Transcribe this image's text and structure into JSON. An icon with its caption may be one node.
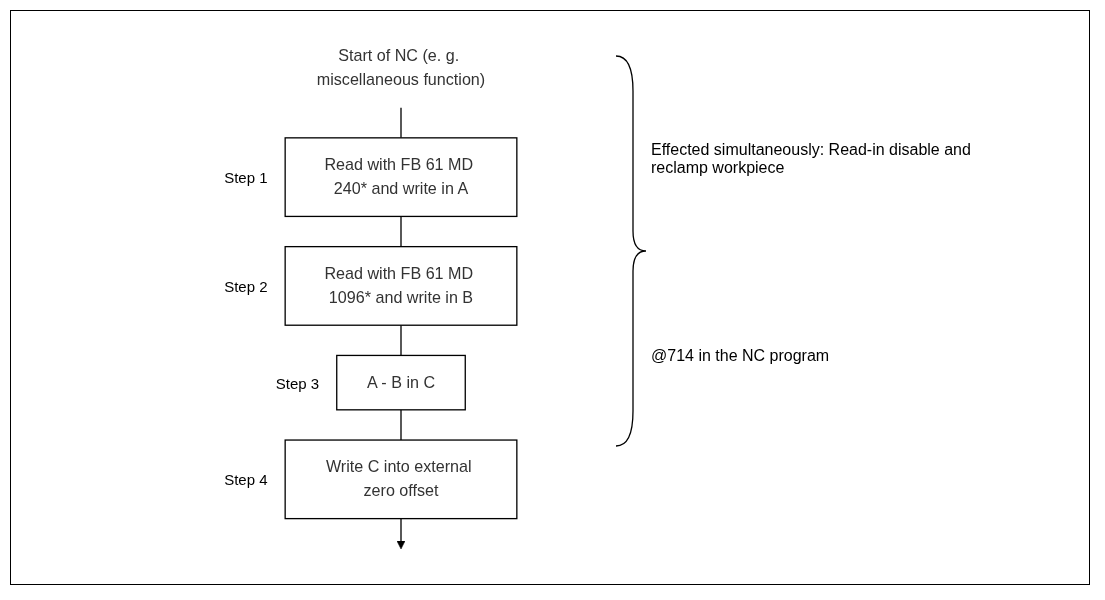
{
  "diagram": {
    "nodes": [
      {
        "text": [
          "Start of NC (e. g. miscellaneous function)"
        ]
      },
      {
        "text": [
          "Read with FB 61 MD 240* and write in A"
        ],
        "beside": [
          "Step 1"
        ]
      },
      {
        "text": [
          "Read with FB 61 MD 1096* and write in B"
        ],
        "beside": [
          "Step 2"
        ]
      },
      {
        "text": [
          "A - B in C"
        ],
        "beside": [
          "Step 3"
        ]
      },
      {
        "text": [
          "Write C into external zero offset"
        ],
        "beside": [
          "Step 4"
        ]
      }
    ],
    "edges": [
      {
        "from": 0,
        "to": 1,
        "arrow": "none"
      },
      {
        "from": 1,
        "to": 2,
        "arrow": "none"
      },
      {
        "from": 2,
        "to": 3,
        "arrow": "none"
      },
      {
        "from": 3,
        "to": 4,
        "arrow": "none"
      },
      {
        "from": 4,
        "to": null,
        "arrow": "to"
      }
    ],
    "labels": [
      "Effected simultaneously: Read-in disable and reclamp workpiece",
      "@714 in the NC program"
    ]
  }
}
